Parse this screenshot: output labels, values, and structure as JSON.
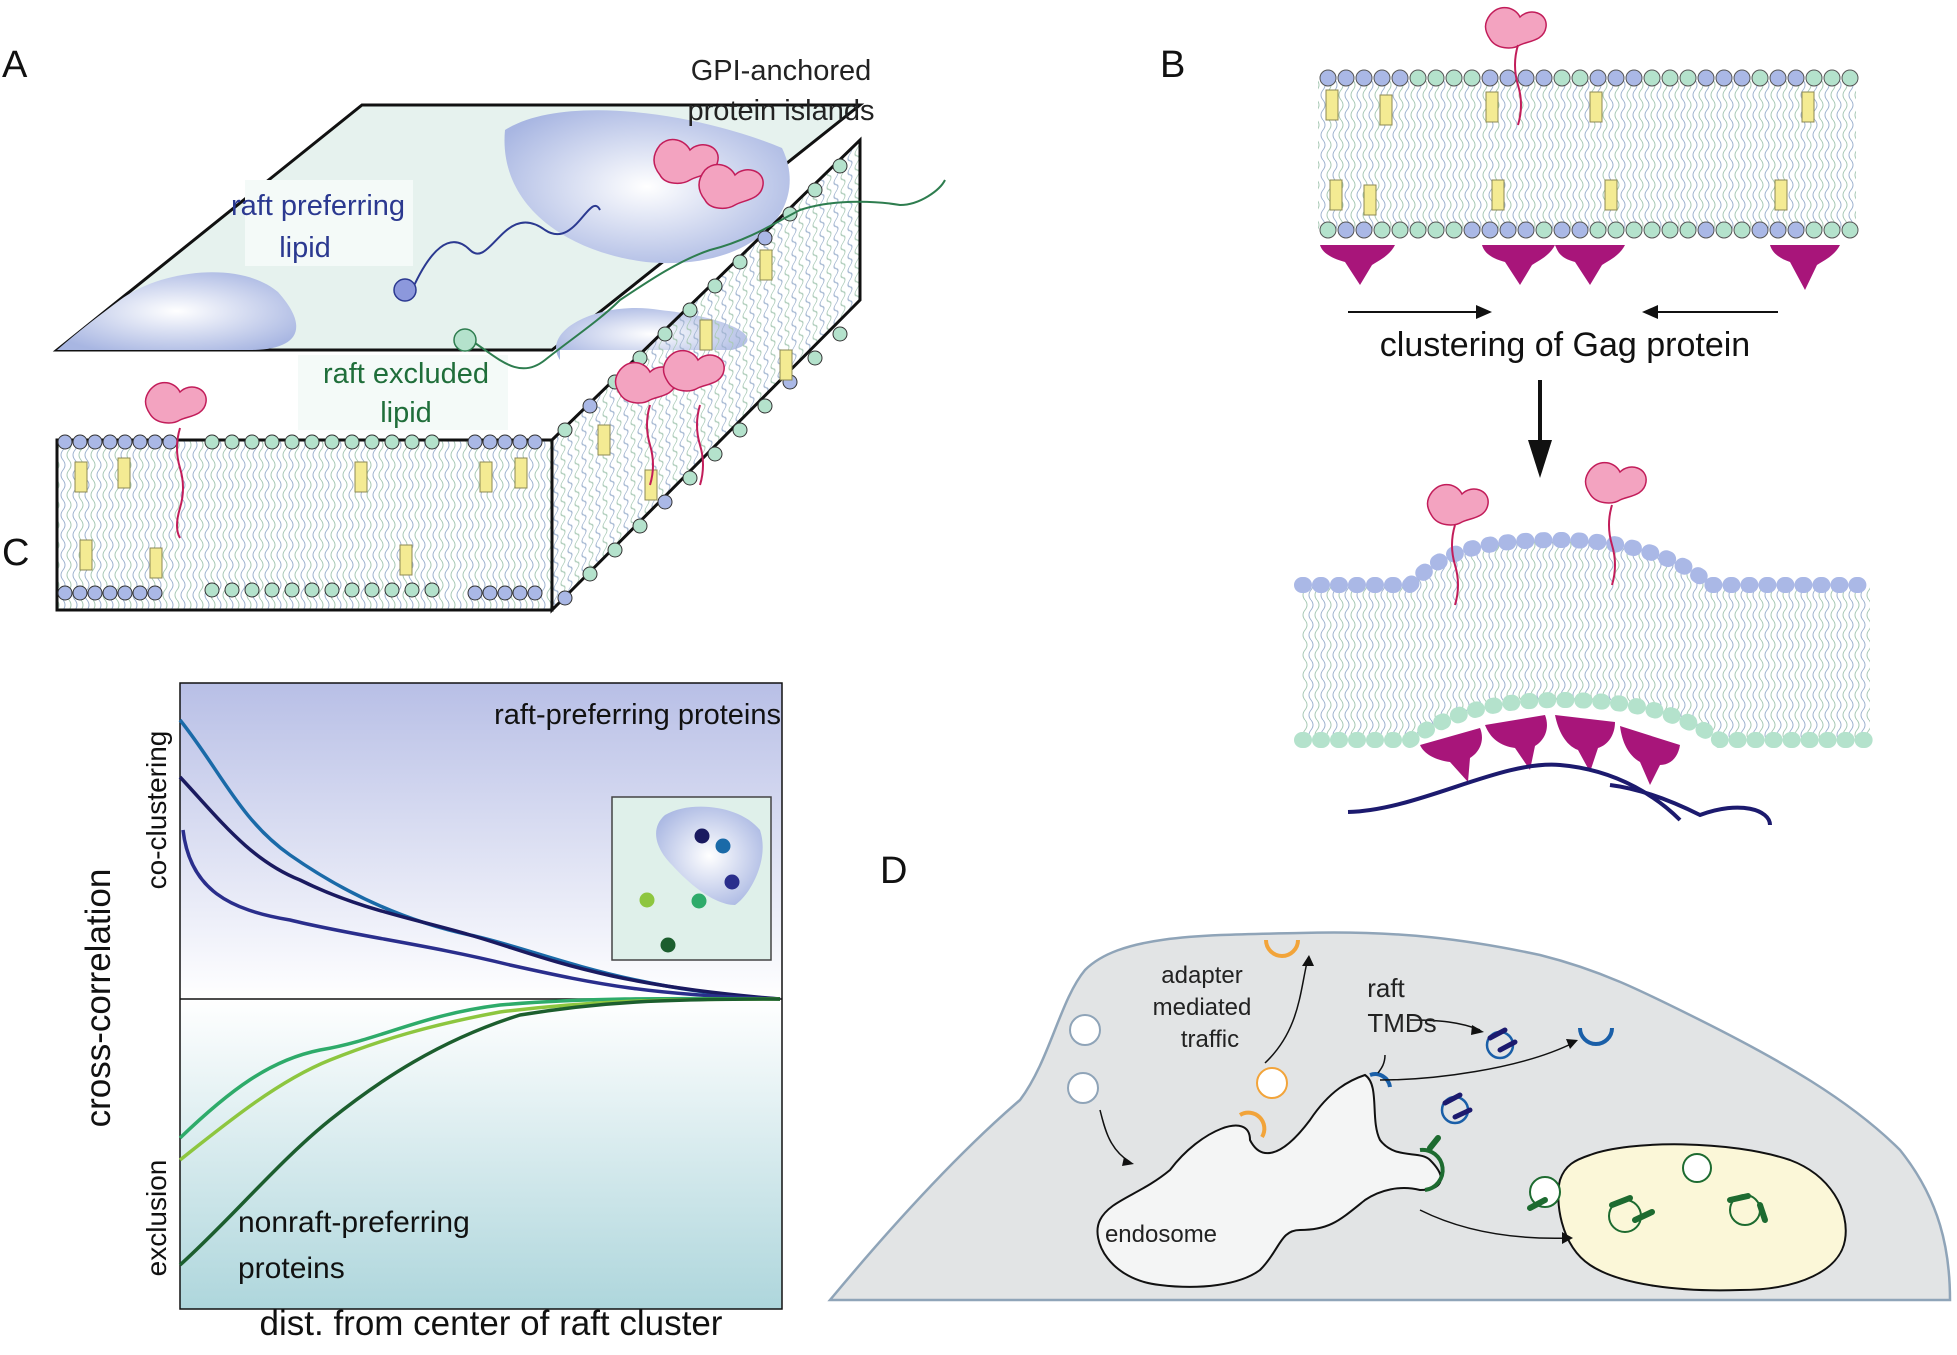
{
  "panel_letters": {
    "a": "A",
    "b": "B",
    "c": "C",
    "d": "D"
  },
  "panel_a": {
    "gpi_label_1": "GPI-anchored",
    "gpi_label_2": "protein islands",
    "raft_pref_1": "raft preferring",
    "raft_pref_2": "lipid",
    "raft_excl_1": "raft excluded",
    "raft_excl_2": "lipid"
  },
  "panel_b": {
    "clustering_label": "clustering of Gag protein"
  },
  "panel_c": {
    "ylabel": "cross-correlation",
    "y_top": "co-clustering",
    "y_bottom": "exclusion",
    "xlabel": "dist. from center of raft cluster",
    "raft_label": "raft-preferring proteins",
    "nonraft_label_1": "nonraft-preferring",
    "nonraft_label_2": "proteins"
  },
  "panel_d": {
    "adapter_1": "adapter",
    "adapter_2": "mediated",
    "adapter_3": "traffic",
    "raft_1": "raft",
    "raft_2": "TMDs",
    "endosome": "endosome"
  },
  "colors": {
    "raft_head": "#aab8e6",
    "nonraft_head": "#b4e2cc",
    "gpi_protein": "#f3a3c0",
    "gag": "#a8157a",
    "cholesterol": "#f4eb93",
    "raft_blue": "#1a5fa8",
    "adapter_orange": "#f2a43a",
    "green_tmd": "#1d6b30",
    "cell_gray": "#e2e4e5"
  }
}
